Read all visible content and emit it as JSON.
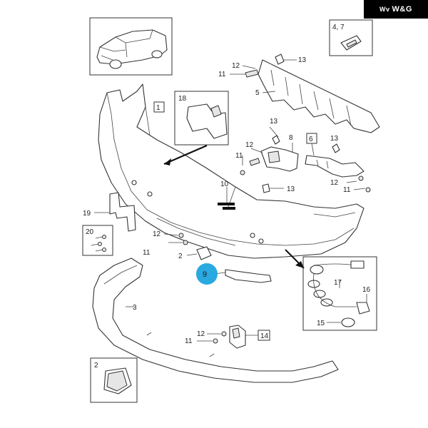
{
  "brand": {
    "mark": "Wv",
    "name": "W&G"
  },
  "labels": {
    "c1": "1",
    "c2": "2",
    "c3": "3",
    "c45": "4, 7",
    "c5": "5",
    "c6": "6",
    "c8": "8",
    "c9": "9",
    "c10": "10",
    "c11a": "11",
    "c11b": "11",
    "c11c": "11",
    "c11d": "11",
    "c11e": "11",
    "c12a": "12",
    "c12b": "12",
    "c12c": "12",
    "c12d": "12",
    "c12e": "12",
    "c13a": "13",
    "c13b": "13",
    "c13c": "13",
    "c13d": "13",
    "c14": "14",
    "c15": "15",
    "c16": "16",
    "c17": "17",
    "c18": "18",
    "c19": "19",
    "c20": "20",
    "c2b": "2"
  },
  "colors": {
    "highlight": "#2aa8e0",
    "ink": "#333333",
    "brand_bg": "#000000",
    "brand_fg": "#ffffff"
  }
}
